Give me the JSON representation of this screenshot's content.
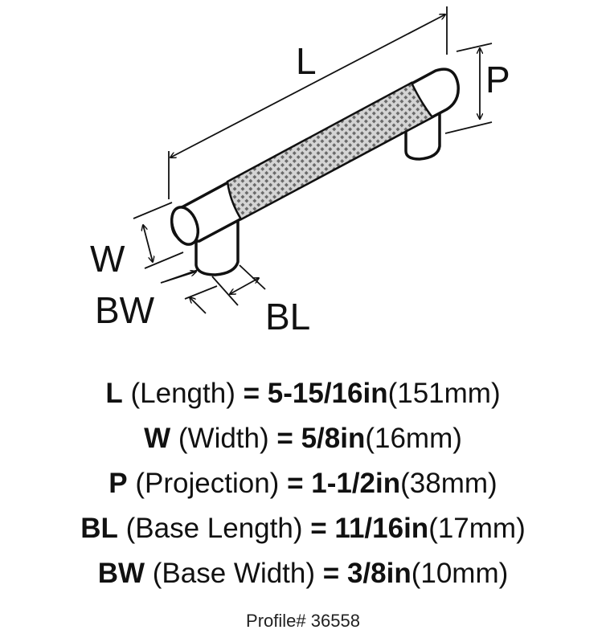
{
  "diagram": {
    "labels": {
      "L": "L",
      "P": "P",
      "W": "W",
      "BW": "BW",
      "BL": "BL"
    }
  },
  "specs": [
    {
      "abbr": "L",
      "name": "(Length)",
      "eq": "=",
      "imperial": "5-15/16in",
      "metric": "(151mm)"
    },
    {
      "abbr": "W",
      "name": "(Width)",
      "eq": "=",
      "imperial": "5/8in",
      "metric": "(16mm)"
    },
    {
      "abbr": "P",
      "name": "(Projection)",
      "eq": "=",
      "imperial": "1-1/2in",
      "metric": "(38mm)"
    },
    {
      "abbr": "BL",
      "name": "(Base Length)",
      "eq": "=",
      "imperial": "11/16in",
      "metric": "(17mm)"
    },
    {
      "abbr": "BW",
      "name": "(Base Width)",
      "eq": "=",
      "imperial": "3/8in",
      "metric": "(10mm)"
    }
  ],
  "profile": "Profile# 36558"
}
